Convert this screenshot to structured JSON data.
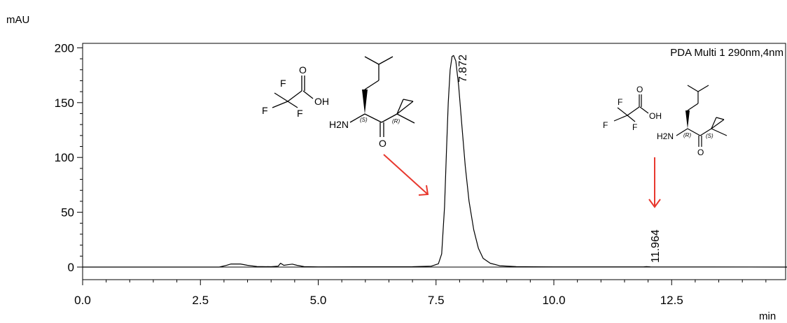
{
  "chart_data": {
    "type": "line",
    "title": "",
    "ylabel": "mAU",
    "xlabel": "min",
    "legend": "PDA Multi 1 290nm,4nm",
    "xlim": [
      0,
      15
    ],
    "ylim": [
      -5,
      205
    ],
    "xticks": [
      "0.0",
      "2.5",
      "5.0",
      "7.5",
      "10.0",
      "12.5"
    ],
    "yticks": [
      "0",
      "50",
      "100",
      "150",
      "200"
    ],
    "grid": false,
    "series": [
      {
        "points": [
          [
            0,
            0
          ],
          [
            2.9,
            0
          ],
          [
            3.05,
            1.5
          ],
          [
            3.15,
            2.8
          ],
          [
            3.35,
            2.8
          ],
          [
            3.5,
            1.6
          ],
          [
            3.7,
            0.5
          ],
          [
            4.0,
            0.3
          ],
          [
            4.15,
            0.8
          ],
          [
            4.2,
            3.5
          ],
          [
            4.27,
            1.6
          ],
          [
            4.35,
            2.1
          ],
          [
            4.45,
            2.7
          ],
          [
            4.55,
            1.6
          ],
          [
            4.7,
            0.4
          ],
          [
            5.0,
            0.2
          ],
          [
            7.0,
            0.3
          ],
          [
            7.4,
            0.8
          ],
          [
            7.55,
            3
          ],
          [
            7.62,
            12
          ],
          [
            7.68,
            55
          ],
          [
            7.72,
            105
          ],
          [
            7.76,
            150
          ],
          [
            7.8,
            180
          ],
          [
            7.84,
            192
          ],
          [
            7.872,
            193
          ],
          [
            7.92,
            188
          ],
          [
            7.98,
            165
          ],
          [
            8.05,
            128
          ],
          [
            8.12,
            92
          ],
          [
            8.2,
            60
          ],
          [
            8.3,
            34
          ],
          [
            8.4,
            17
          ],
          [
            8.5,
            8
          ],
          [
            8.65,
            3.5
          ],
          [
            8.85,
            1.2
          ],
          [
            9.2,
            0.4
          ],
          [
            10.0,
            0.2
          ],
          [
            11.9,
            0.2
          ],
          [
            11.964,
            0.4
          ],
          [
            12.05,
            0.2
          ],
          [
            15.0,
            0
          ]
        ]
      }
    ],
    "peaks": [
      {
        "rt": "7.872",
        "x": 7.872,
        "y": 193
      },
      {
        "rt": "11.964",
        "x": 11.964,
        "y": 0.4
      }
    ],
    "annotations": {
      "mol1": {
        "f1": "F",
        "f2": "F",
        "f3": "F",
        "o": "O",
        "oh": "OH",
        "amine": "H2N",
        "s_label": "(S)",
        "r_label": "(R)",
        "keto": "O"
      },
      "mol2": {
        "f1": "F",
        "f2": "F",
        "f3": "F",
        "o": "O",
        "oh": "OH",
        "amine": "H2N",
        "r_label": "(R)",
        "s_label": "(S)",
        "keto": "O"
      }
    }
  },
  "colors": {
    "trace": "#000000",
    "arrow": "#e8382e",
    "axis": "#000000"
  }
}
